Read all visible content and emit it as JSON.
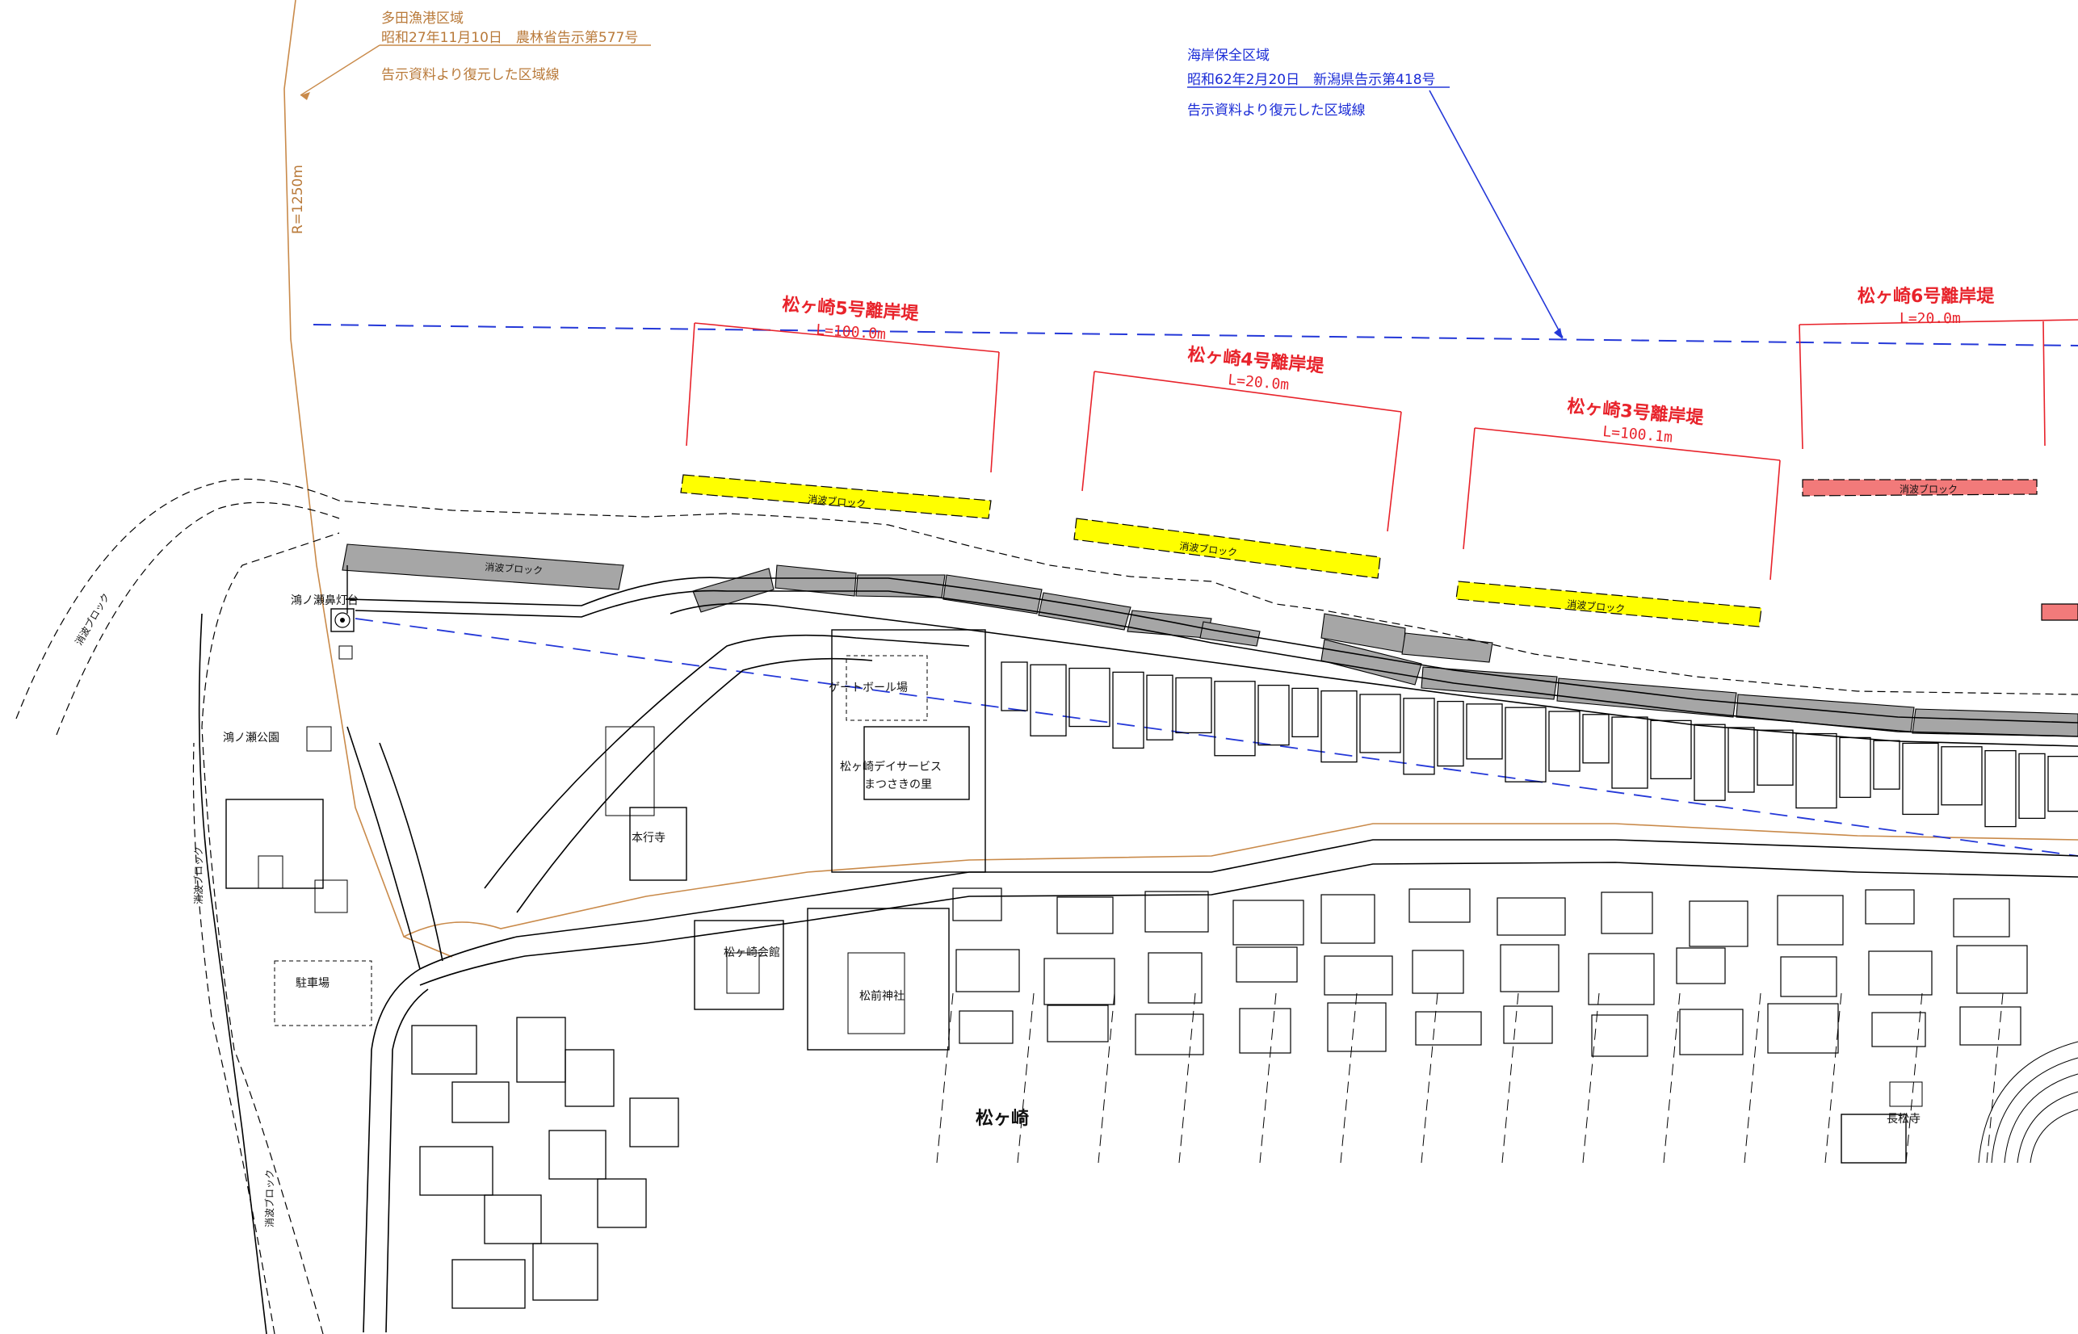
{
  "fishing_port": {
    "title": "多田漁港区域",
    "notice": "昭和27年11月10日　農林省告示第577号",
    "note": "告示資料より復元した区域線",
    "radius": "R=1250m",
    "color": "#b97a3a"
  },
  "coastal_zone": {
    "title": "海岸保全区域",
    "notice": "昭和62年2月20日　新潟県告示第418号",
    "note": "告示資料より復元した区域線",
    "color": "#1a2bd6"
  },
  "breakwaters": [
    {
      "name": "松ヶ崎5号離岸堤",
      "length": "L=100.0m"
    },
    {
      "name": "松ヶ崎4号離岸堤",
      "length": "L=20.0m"
    },
    {
      "name": "松ヶ崎3号離岸堤",
      "length": "L=100.1m"
    },
    {
      "name": "松ヶ崎6号離岸堤",
      "length": "L=20.0m"
    }
  ],
  "block_label": "消波ブロック",
  "colors": {
    "breakwater_red": "#e8232b",
    "yellow_block": "#ffff00",
    "pink_block": "#f27a7a",
    "gray_block": "#a6a6a6"
  },
  "places": {
    "lighthouse": "鴻ノ瀬鼻灯台",
    "park": "鴻ノ瀬公園",
    "parking": "駐車場",
    "gateball": "ゲートボール場",
    "dayservice_1": "松ヶ崎デイサービス",
    "dayservice_2": "まつさきの里",
    "temple_hongyo": "本行寺",
    "hall": "松ヶ崎会館",
    "shrine": "松前神社",
    "district": "松ヶ崎",
    "temple_choshou": "長松寺"
  }
}
